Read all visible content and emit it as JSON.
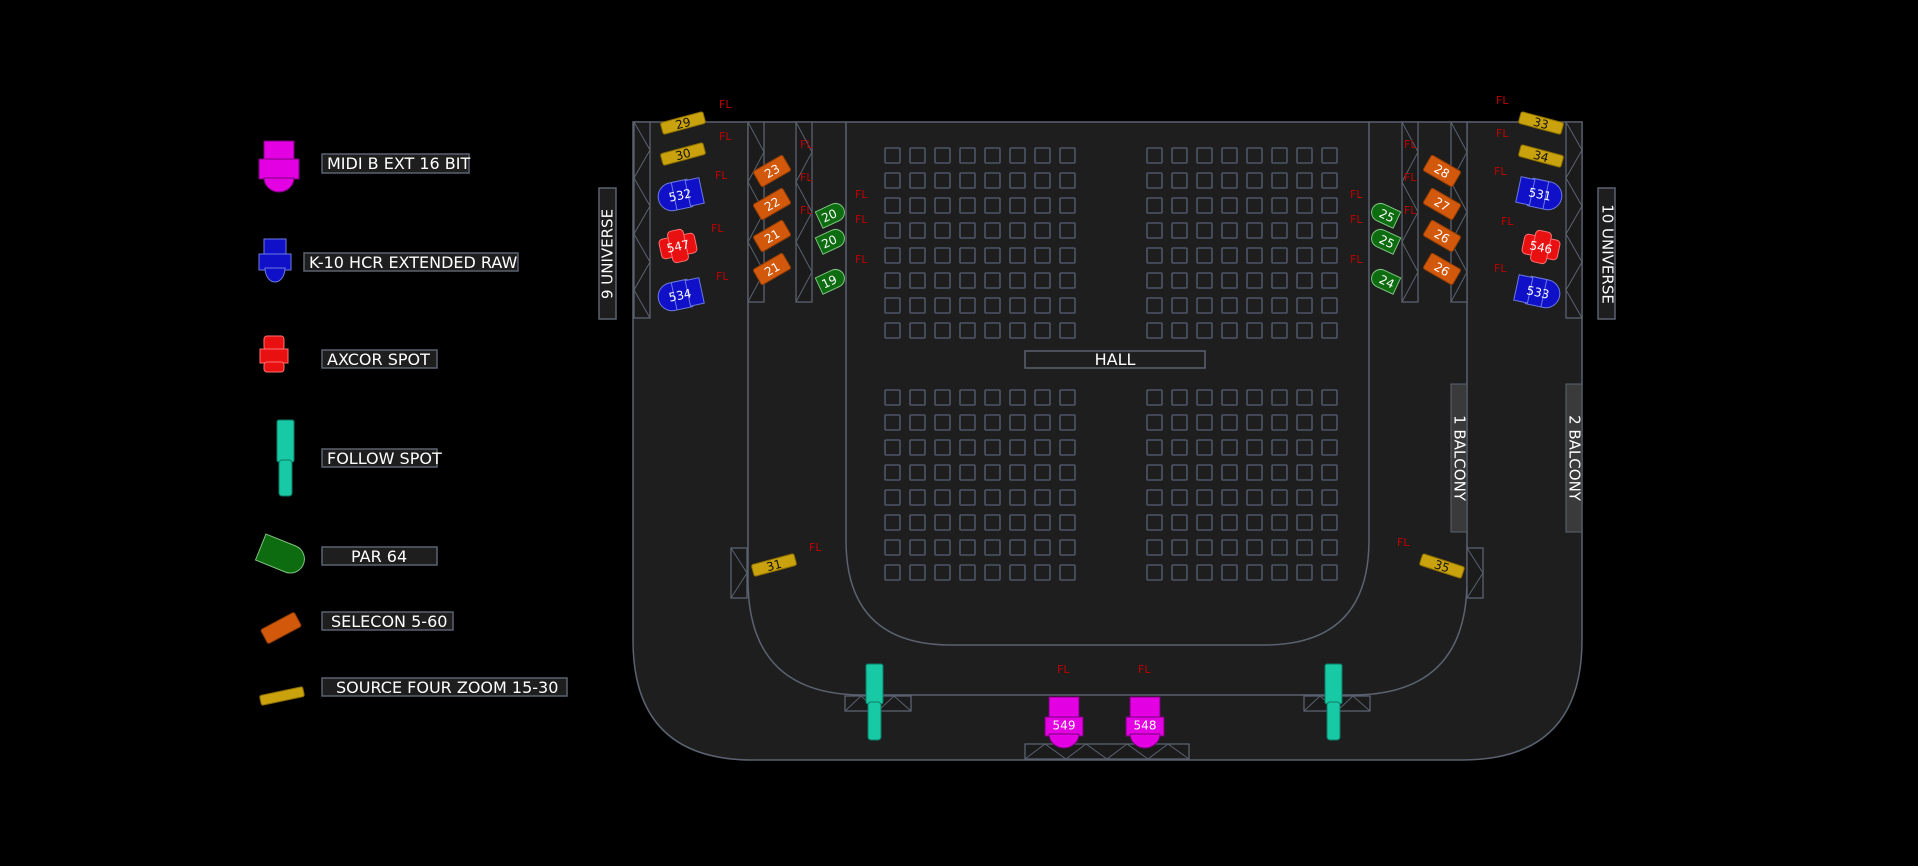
{
  "colors": {
    "background": "#000000",
    "stage_floor": "#1e1e1e",
    "outline": "#5a6270",
    "midi_b": "#e300e3",
    "k10": "#1010c8",
    "axcor": "#e81010",
    "follow_spot": "#17c9a4",
    "par64": "#0d6b10",
    "selecon": "#d2590c",
    "source_four": "#c9a20d",
    "fl_label": "#c00000"
  },
  "legend": [
    {
      "key": "midi_b",
      "icon": "midi-b-ext-fixture-icon",
      "label": "MIDI B EXT 16 BIT"
    },
    {
      "key": "k10",
      "icon": "k10-hcr-fixture-icon",
      "label": "K-10 HCR EXTENDED RAW"
    },
    {
      "key": "axcor",
      "icon": "axcor-spot-fixture-icon",
      "label": "AXCOR SPOT"
    },
    {
      "key": "follow",
      "icon": "follow-spot-fixture-icon",
      "label": "FOLLOW SPOT"
    },
    {
      "key": "par64",
      "icon": "par64-fixture-icon",
      "label": "PAR 64"
    },
    {
      "key": "selecon",
      "icon": "selecon-fixture-icon",
      "label": "SELECON 5-60"
    },
    {
      "key": "source4",
      "icon": "source-four-fixture-icon",
      "label": "SOURCE FOUR ZOOM 15-30"
    }
  ],
  "areas": {
    "hall": "HALL",
    "universe_left": "9 UNIVERSE",
    "universe_right": "10 UNIVERSE",
    "balcony_1": "1 BALCONY",
    "balcony_2": "2 BALCONY"
  },
  "fl_text": "FL",
  "fixtures": {
    "source4": [
      "29",
      "30",
      "31",
      "33",
      "34",
      "35"
    ],
    "selecon": [
      "23",
      "22",
      "21",
      "21",
      "28",
      "27",
      "26",
      "26"
    ],
    "par64": [
      "20",
      "20",
      "19",
      "25",
      "25",
      "24"
    ],
    "k10": [
      "532",
      "534",
      "531",
      "533"
    ],
    "axcor": [
      "547",
      "546"
    ],
    "midi_b": [
      "549",
      "548"
    ]
  }
}
